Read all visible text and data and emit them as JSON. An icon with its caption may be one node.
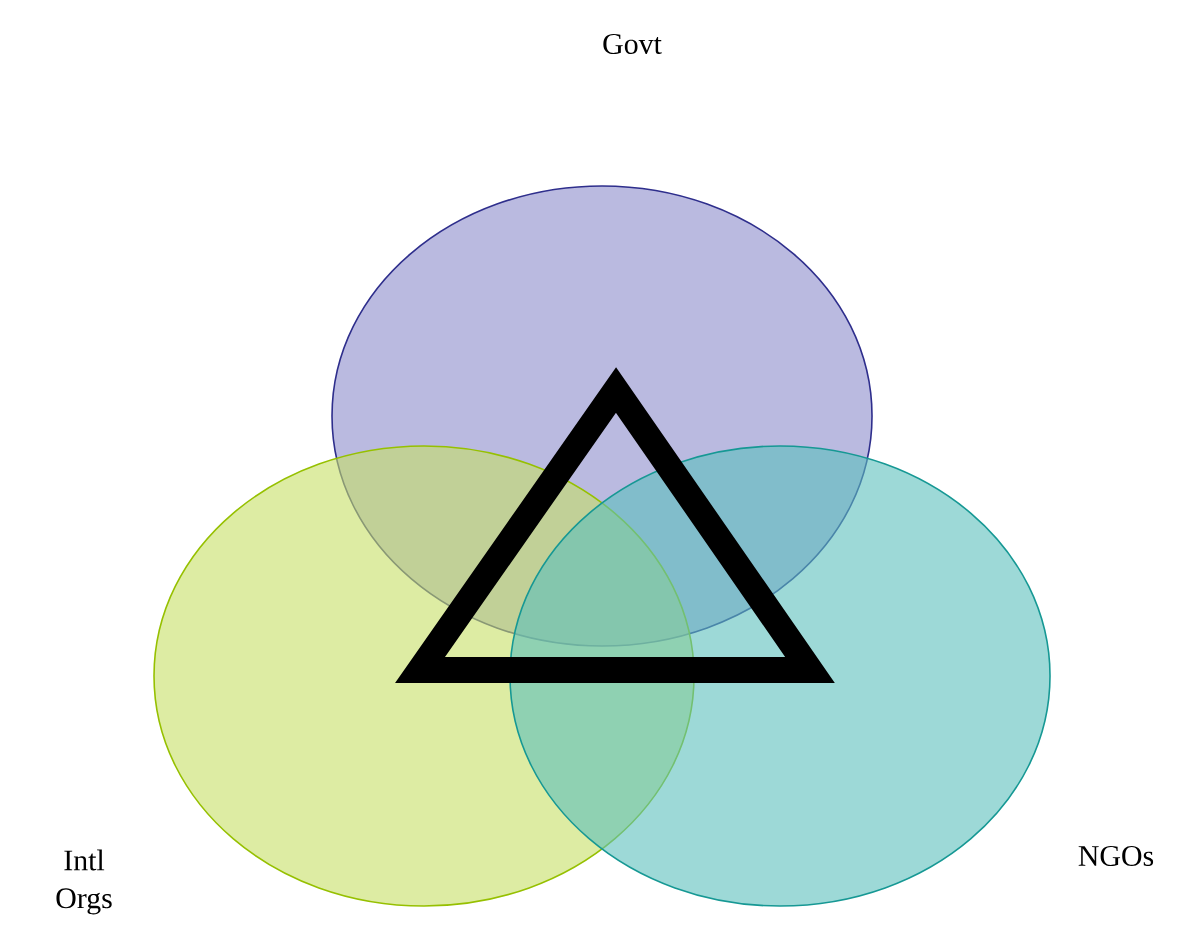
{
  "diagram": {
    "nodes": [
      {
        "text": [
          "Govt"
        ]
      },
      {
        "text": [
          "Intl Orgs"
        ]
      },
      {
        "text": [
          "NGOs"
        ]
      },
      {
        "text": [],
        "shape": "triangle"
      }
    ]
  }
}
